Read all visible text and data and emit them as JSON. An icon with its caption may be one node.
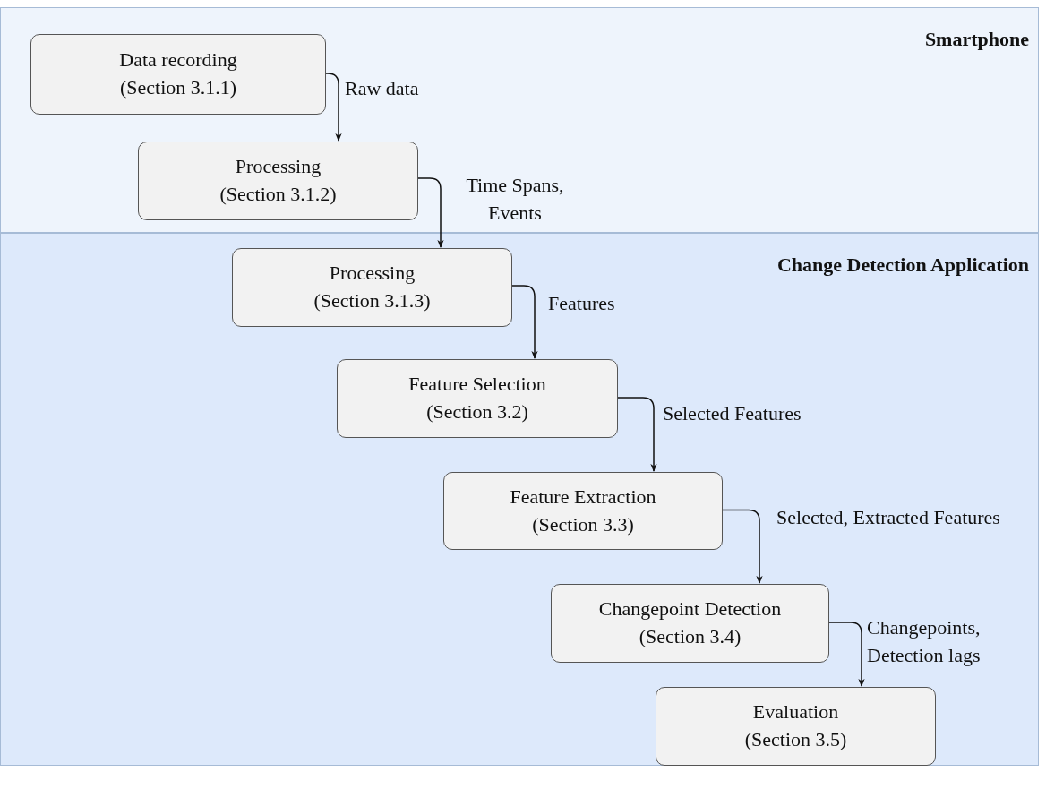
{
  "diagram": {
    "nodes": [
      {
        "text": [
          "Smartphone"
        ]
      },
      {
        "text": [
          "Data recording",
          "(Section 3.1.1)"
        ],
        "in": 0
      },
      {
        "text": [
          "Processing",
          "(Section 3.1.2)"
        ],
        "in": 0
      },
      {
        "text": [
          "Change Detection Application"
        ]
      },
      {
        "text": [
          "Processing",
          "(Section 3.1.3)"
        ],
        "in": 3
      },
      {
        "text": [
          "Feature Selection",
          "(Section 3.2)"
        ],
        "in": 3
      },
      {
        "text": [
          "Feature Extraction",
          "(Section 3.3)"
        ],
        "in": 3
      },
      {
        "text": [
          "Changepoint Detection",
          "(Section 3.4)"
        ],
        "in": 3
      },
      {
        "text": [
          "Evaluation",
          "(Section 3.5)"
        ],
        "in": 3
      }
    ],
    "edges": [
      {
        "from": 1,
        "to": 2,
        "arrow": "to",
        "label": "Raw data"
      },
      {
        "from": 2,
        "to": 4,
        "arrow": "to",
        "label": "Time Spans, Events"
      },
      {
        "from": 4,
        "to": 5,
        "arrow": "to",
        "label": "Features"
      },
      {
        "from": 5,
        "to": 6,
        "arrow": "to",
        "label": "Selected Features"
      },
      {
        "from": 6,
        "to": 7,
        "arrow": "to",
        "label": "Selected, Extracted Features"
      },
      {
        "from": 7,
        "to": 8,
        "arrow": "to",
        "label": "Changepoints, Detection lags"
      }
    ]
  }
}
